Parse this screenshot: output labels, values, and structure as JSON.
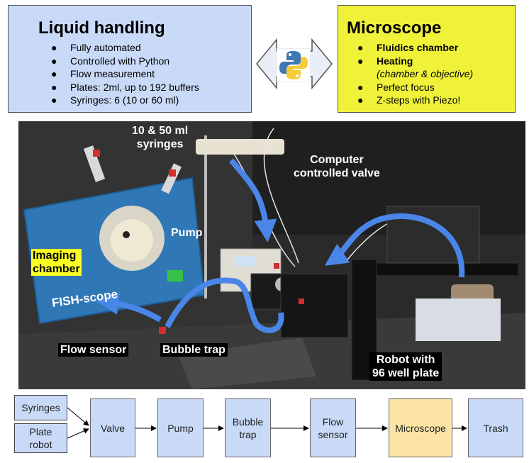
{
  "liquid_handling": {
    "title": "Liquid handling",
    "items": [
      "Fully automated",
      "Controlled with Python",
      "Flow measurement",
      "Plates: 2ml, up to 192 buffers",
      "Syringes: 6 (10 or 60 ml)"
    ]
  },
  "microscope": {
    "title": "Microscope",
    "items": [
      {
        "text": "Fluidics chamber",
        "bold": true
      },
      {
        "text": "Heating",
        "bold": true
      },
      {
        "text": "(chamber & objective)",
        "italic": true
      },
      {
        "text": "Perfect focus"
      },
      {
        "text": "Z-steps with Piezo!"
      }
    ]
  },
  "photo_labels": {
    "syringes": "10 & 50 ml\nsyringes",
    "valve": "Computer\ncontrolled valve",
    "pump": "Pump",
    "imaging": "Imaging\nchamber",
    "flow_sensor": "Flow sensor",
    "bubble_trap": "Bubble trap",
    "robot": "Robot with\n96 well plate",
    "poster_text": "FISH-scope"
  },
  "flow_diagram": {
    "inputs": [
      "Syringes",
      "Plate\nrobot"
    ],
    "steps": [
      "Valve",
      "Pump",
      "Bubble\ntrap",
      "Flow\nsensor",
      "Microscope",
      "Trash"
    ]
  },
  "colors": {
    "blue_box": "#c9daf8",
    "yellow_box": "#f0f23a",
    "microscope_box": "#fce4a4",
    "photo_arrow": "#4a86e8",
    "highlight": "#fbff22"
  },
  "icons": {
    "connector": "double-arrow-icon",
    "logo": "python-logo-icon"
  }
}
